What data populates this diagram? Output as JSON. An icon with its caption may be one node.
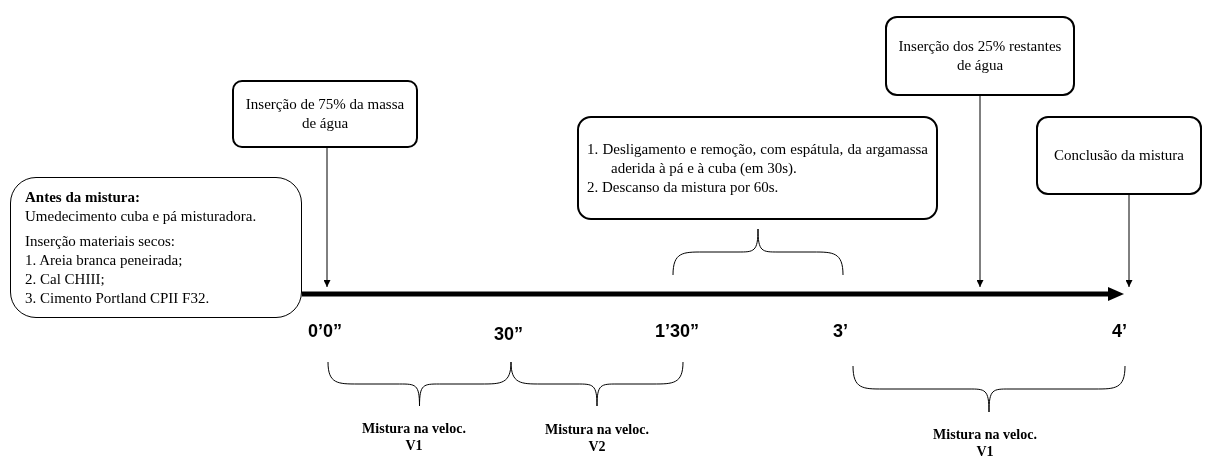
{
  "diagram": {
    "nodes": [
      {
        "text": [
          "Antes da mistura:",
          "Umedecimento cuba e pá misturadora.",
          "Inserção materiais secos:",
          "1. Areia branca peneirada;",
          "2. Cal CHIII;",
          "3. Cimento Portland CPII F32."
        ]
      },
      {
        "text": [
          "Inserção de 75% da massa de água"
        ]
      },
      {
        "text": [
          "1. Desligamento e remoção, com espátula, da argamassa aderida à pá e à cuba (em 30s).",
          "2. Descanso da mistura por 60s."
        ]
      },
      {
        "text": [
          "Inserção dos 25% restantes de água"
        ]
      },
      {
        "text": [
          "Conclusão da mistura"
        ]
      },
      {
        "text": [],
        "shape": "arrow"
      }
    ],
    "edges": [
      {
        "from": 1,
        "to": 5,
        "arrow": "to"
      },
      {
        "from": 3,
        "to": 5,
        "arrow": "to"
      },
      {
        "from": 4,
        "to": 5,
        "arrow": "to"
      }
    ],
    "labels": [
      "0’0”",
      "30”",
      "1’30”",
      "3’",
      "4’",
      "Mistura na veloc. V1",
      "Mistura na veloc. V2",
      "Mistura na veloc. V1"
    ]
  }
}
